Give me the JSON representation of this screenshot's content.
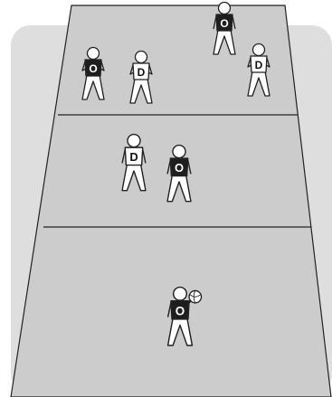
{
  "colors": {
    "background": "#ffffff",
    "backdrop": "#dedede",
    "court": "#cccccc",
    "court_line": "#222222",
    "player_outline": "#222222",
    "player_fill": "#ffffff",
    "offense_bib": "#1e1e1e",
    "defense_bib": "#ffffff"
  },
  "court": {
    "thirds": [
      "attacking-third",
      "centre-third",
      "defending-third"
    ]
  },
  "players": [
    {
      "team": "offense",
      "letter": "O",
      "third": "attacking-third"
    },
    {
      "team": "defense",
      "letter": "D",
      "third": "attacking-third"
    },
    {
      "team": "offense",
      "letter": "O",
      "third": "attacking-third"
    },
    {
      "team": "defense",
      "letter": "D",
      "third": "attacking-third"
    },
    {
      "team": "defense",
      "letter": "D",
      "third": "centre-third"
    },
    {
      "team": "offense",
      "letter": "O",
      "third": "centre-third"
    },
    {
      "team": "offense",
      "letter": "O",
      "third": "defending-third",
      "has_ball": true
    }
  ]
}
